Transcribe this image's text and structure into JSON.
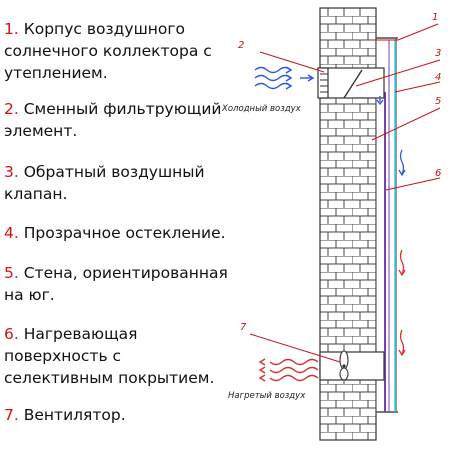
{
  "legend": [
    {
      "num": "1.",
      "text": "Корпус воздушного солнечного коллектора с утеплением."
    },
    {
      "num": "2.",
      "text": "Сменный фильтрующий элемент."
    },
    {
      "num": "3.",
      "text": "Обратный воздушный клапан."
    },
    {
      "num": "4.",
      "text": "Прозрачное остекление."
    },
    {
      "num": "5.",
      "text": "Стена, ориентированная на юг."
    },
    {
      "num": "6.",
      "text": "Нагревающая поверхность с селективным покрытием."
    },
    {
      "num": "7.",
      "text": "Вентилятор."
    }
  ],
  "diagram": {
    "cold_air_label": "Холодный воздух",
    "hot_air_label": "Нагретый воздух",
    "callouts": [
      "1",
      "2",
      "3",
      "4",
      "5",
      "6",
      "7"
    ]
  },
  "colors": {
    "number_red": "#d21414",
    "callout_red": "#c81414",
    "cold_arrow_blue": "#2a5bd7",
    "warm_arrow_red": "#d83030",
    "glazing_cyan": "#3fd0e8",
    "absorber_purple": "#7b3fb0"
  }
}
